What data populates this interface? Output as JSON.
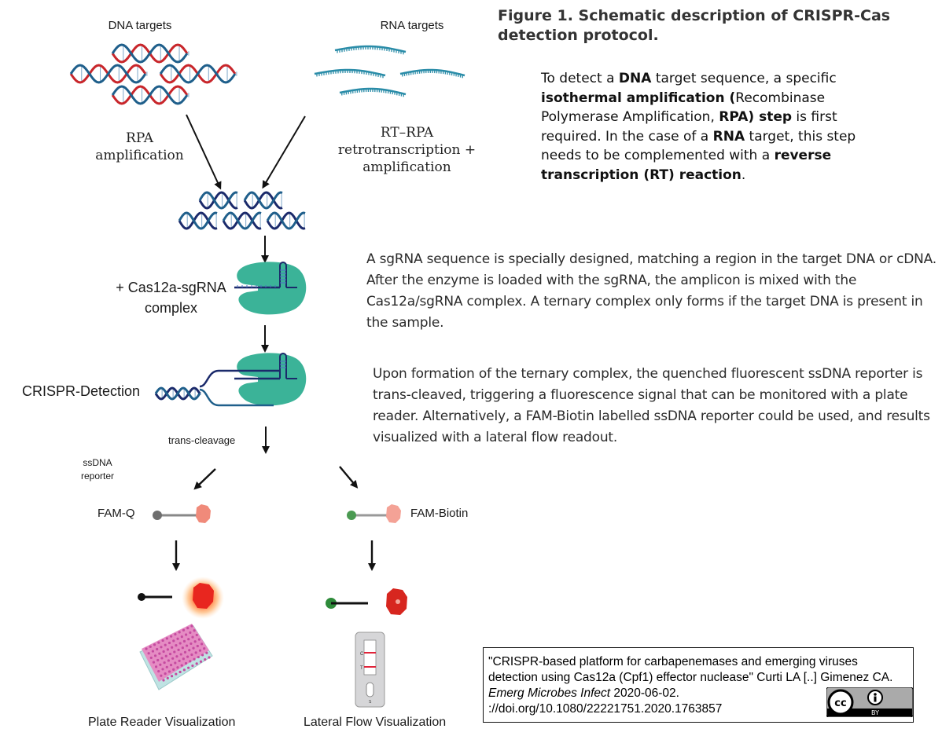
{
  "figure": {
    "title": "Figure 1. Schematic description of CRISPR-Cas detection protocol."
  },
  "diagram_labels": {
    "dna_targets": "DNA targets",
    "rna_targets": "RNA targets",
    "rpa_line1": "RPA",
    "rpa_line2": "amplification",
    "rtrpa_line1": "RT–RPA",
    "rtrpa_line2": "retrotranscription +",
    "rtrpa_line3": "amplification",
    "cas_line1": "+ Cas12a-sgRNA",
    "cas_line2": "complex",
    "crispr_detection": "CRISPR-Detection",
    "trans_cleavage": "trans-cleavage",
    "ssdna_line1": "ssDNA",
    "ssdna_line2": "reporter",
    "fam_q": "FAM-Q",
    "fam_biotin": "FAM-Biotin",
    "plate_reader": "Plate Reader Visualization",
    "lateral_flow": "Lateral Flow Visualization",
    "strip_c": "C",
    "strip_t": "T",
    "strip_s": "S"
  },
  "paragraphs": {
    "p1": [
      {
        "t": "To detect a ",
        "b": false
      },
      {
        "t": "DNA",
        "b": true
      },
      {
        "t": " target sequence, a specific ",
        "b": false
      },
      {
        "t": "isothermal amplification (",
        "b": true
      },
      {
        "t": "Recombinase Polymerase Amplification, ",
        "b": false
      },
      {
        "t": "RPA) step",
        "b": true
      },
      {
        "t": " is first required. In the case of a ",
        "b": false
      },
      {
        "t": "RNA",
        "b": true
      },
      {
        "t": " target, this step needs to be complemented with a ",
        "b": false
      },
      {
        "t": "reverse transcription (RT) reaction",
        "b": true
      },
      {
        "t": ".",
        "b": false
      }
    ],
    "p2": "A sgRNA sequence is specially designed, matching a region in the target DNA or cDNA. After the enzyme is loaded with the sgRNA, the amplicon is mixed with the Cas12a/sgRNA complex. A ternary complex only forms if the target DNA is present in the sample.",
    "p3": "Upon formation of the ternary complex, the quenched fluorescent ssDNA reporter is trans-cleaved, triggering a fluorescence signal that can be monitored with a plate reader. Alternatively, a FAM-Biotin labelled ssDNA reporter could be used, and results visualized with a lateral flow readout."
  },
  "citation": {
    "title": "\"CRISPR-based platform for carbapenemases and emerging viruses detection using Cas12a (Cpf1) effector nuclease\"",
    "authors": " Curti LA [..] Gimenez CA. ",
    "journal": "Emerg Microbes Infect",
    "date": " 2020-06-02.",
    "doi": "://doi.org/10.1080/22221751.2020.1763857",
    "license_cc": "cc",
    "license_by": "BY"
  },
  "colors": {
    "dna_red": "#c8262b",
    "dna_blue": "#1f5f8b",
    "dna_navy": "#1b2a6b",
    "rna_teal": "#2a8ca8",
    "cas_green": "#3bb398",
    "fluor_red": "#e8261f",
    "glow_orange": "#ff9b3a",
    "biotin_green": "#2e8b3a",
    "quencher_gray": "#6e6e6e",
    "plate_pink": "#e58cc3",
    "plate_base": "#bfe3e3",
    "strip_gray": "#d6d6d8",
    "strip_line": "#e0243a"
  }
}
